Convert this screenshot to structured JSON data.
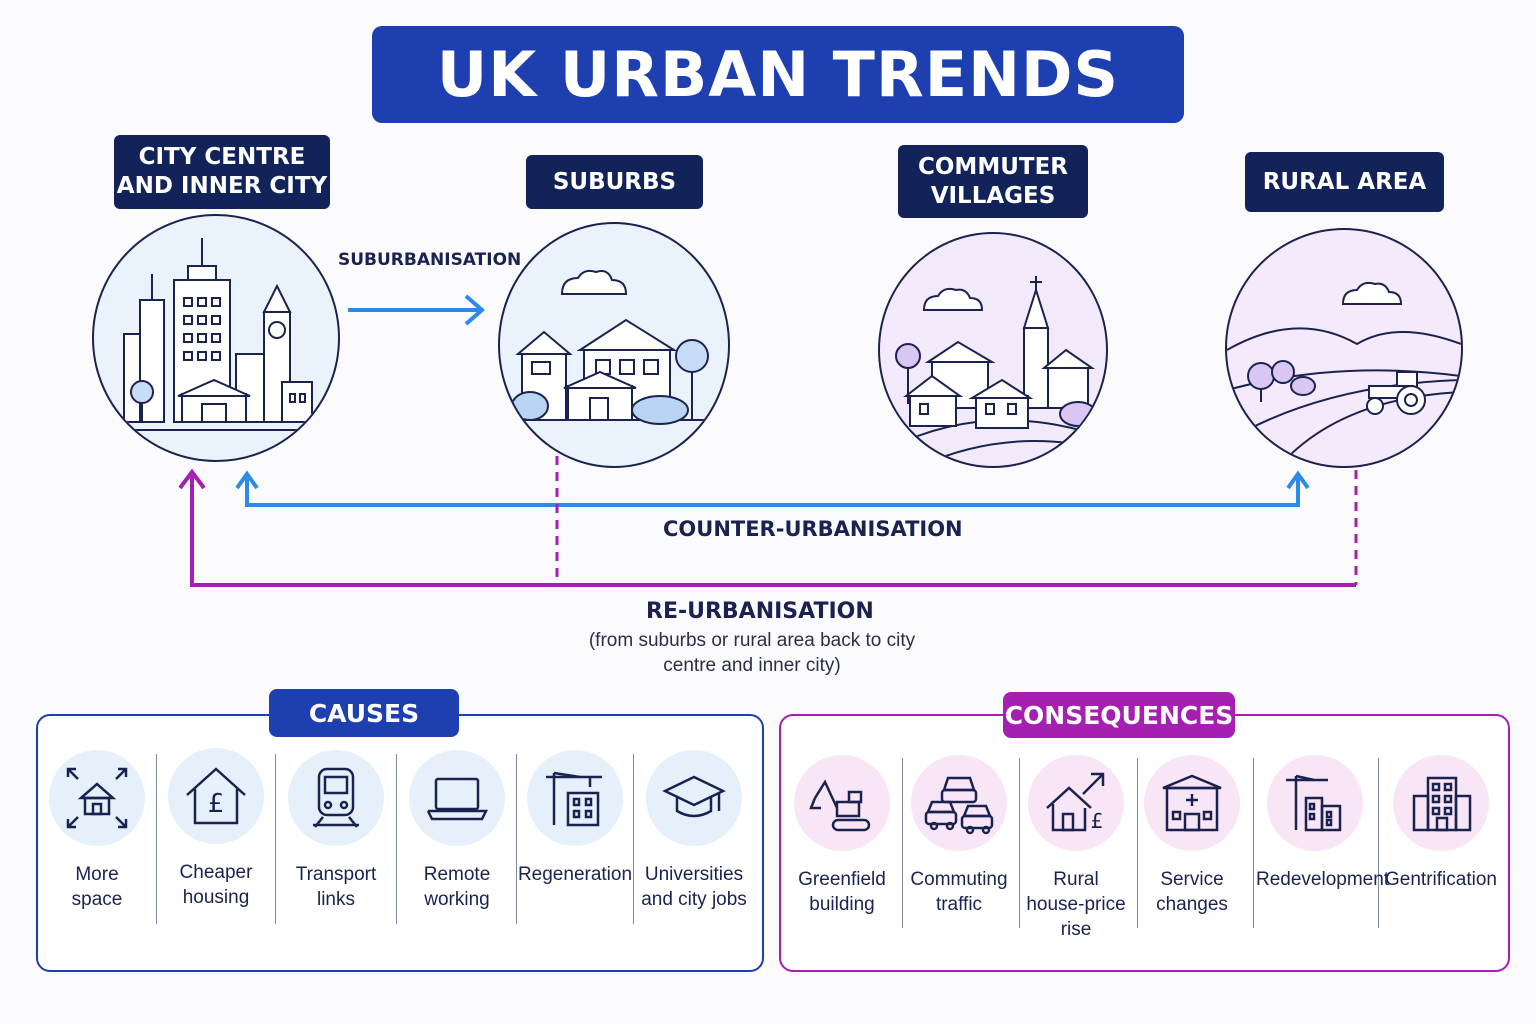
{
  "title": "UK URBAN TRENDS",
  "zones": [
    {
      "lines": [
        "CITY CENTRE",
        "AND INNER CITY"
      ],
      "icon": "city-skyline-icon"
    },
    {
      "lines": [
        "SUBURBS"
      ],
      "icon": "suburban-houses-icon"
    },
    {
      "lines": [
        "COMMUTER",
        "VILLAGES"
      ],
      "icon": "village-church-icon"
    },
    {
      "lines": [
        "RURAL AREA"
      ],
      "icon": "farmland-tractor-icon"
    }
  ],
  "flows": {
    "suburbanisation": "SUBURBANISATION",
    "counter_urbanisation": "COUNTER-URBANISATION",
    "re_urbanisation": "RE-URBANISATION",
    "re_urbanisation_note_line1": "(from suburbs or rural area back to city",
    "re_urbanisation_note_line2": "centre and inner city)"
  },
  "causes": {
    "title": "CAUSES",
    "items": [
      {
        "lines": [
          "More",
          "space"
        ],
        "icon": "house-expand-icon"
      },
      {
        "lines": [
          "Cheaper",
          "housing"
        ],
        "icon": "house-pound-icon"
      },
      {
        "lines": [
          "Transport",
          "links"
        ],
        "icon": "train-icon"
      },
      {
        "lines": [
          "Remote",
          "working"
        ],
        "icon": "laptop-icon"
      },
      {
        "lines": [
          "Regeneration"
        ],
        "icon": "crane-building-icon"
      },
      {
        "lines": [
          "Universities",
          "and city jobs"
        ],
        "icon": "graduation-cap-icon"
      }
    ]
  },
  "consequences": {
    "title": "CONSEQUENCES",
    "items": [
      {
        "lines": [
          "Greenfield",
          "building"
        ],
        "icon": "excavator-icon"
      },
      {
        "lines": [
          "Commuting",
          "traffic"
        ],
        "icon": "cars-icon"
      },
      {
        "lines": [
          "Rural",
          "house-price",
          "rise"
        ],
        "icon": "house-price-rise-icon"
      },
      {
        "lines": [
          "Service",
          "changes"
        ],
        "icon": "health-centre-icon"
      },
      {
        "lines": [
          "Redevelopment"
        ],
        "icon": "crane-redevelopment-icon"
      },
      {
        "lines": [
          "Gentrification"
        ],
        "icon": "apartment-block-icon"
      }
    ]
  },
  "colors": {
    "title_bg": "#1d3fb0",
    "navy": "#12235a",
    "suburbanisation_arrow": "#2b8be6",
    "counter_arrow": "#2b8be6",
    "re_arrow": "#a51fb0",
    "causes": "#1d3fb0",
    "consequences": "#a51fb0"
  }
}
